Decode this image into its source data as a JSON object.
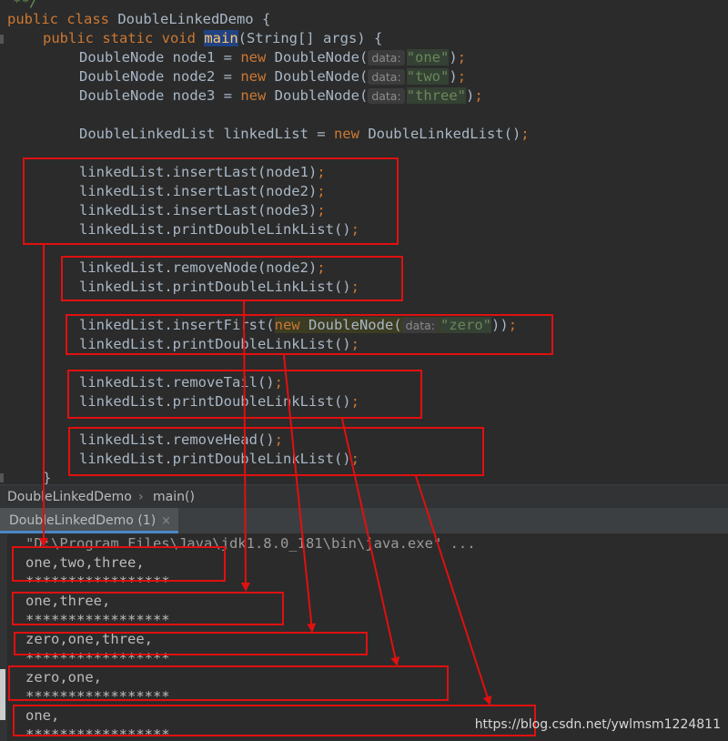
{
  "editor": {
    "lines": {
      "comment_end": "**/",
      "class_decl_kw": "public class",
      "class_name": "DoubleLinkedDemo",
      "class_open": "{",
      "main_mods": "public static void",
      "main_name": "main",
      "main_params": "(String[] args) {",
      "node1_decl": "DoubleNode node1 = ",
      "node2_decl": "DoubleNode node2 = ",
      "node3_decl": "DoubleNode node3 = ",
      "new_kw": "new",
      "ctor": "DoubleNode(",
      "hint_data": "data:",
      "val_one": "\"one\"",
      "val_two": "\"two\"",
      "val_three": "\"three\"",
      "val_zero": "\"zero\"",
      "close_stmt": ")",
      "semicolon": ";",
      "list_decl": "DoubleLinkedList linkedList = ",
      "list_ctor": "DoubleLinkedList()",
      "insert1": "linkedList.insertLast(node1)",
      "insert2": "linkedList.insertLast(node2)",
      "insert3": "linkedList.insertLast(node3)",
      "print": "linkedList.printDoubleLinkList()",
      "remove_node2": "linkedList.removeNode(node2)",
      "insert_first": "linkedList.insertFirst(",
      "insert_first_close": "))",
      "remove_tail": "linkedList.removeTail()",
      "remove_head": "linkedList.removeHead()",
      "closing_brace": "}"
    }
  },
  "breadcrumb": {
    "class": "DoubleLinkedDemo",
    "separator": "›",
    "method": "main()"
  },
  "run_tab": {
    "label": "DoubleLinkedDemo (1)",
    "close": "×"
  },
  "console": {
    "command": "\"D:\\Program Files\\Java\\jdk1.8.0_181\\bin\\java.exe\" ...",
    "out1": "one,two,three,",
    "out2": "one,three,",
    "out3": "zero,one,three,",
    "out4": "zero,one,",
    "out5": "one,",
    "separator": "*****************"
  },
  "watermark": "https://blog.csdn.net/ywlmsm1224811",
  "colors": {
    "annotation_red": "#e01010",
    "keyword": "#cc7832",
    "string": "#6a8759",
    "method": "#ffc66d"
  }
}
